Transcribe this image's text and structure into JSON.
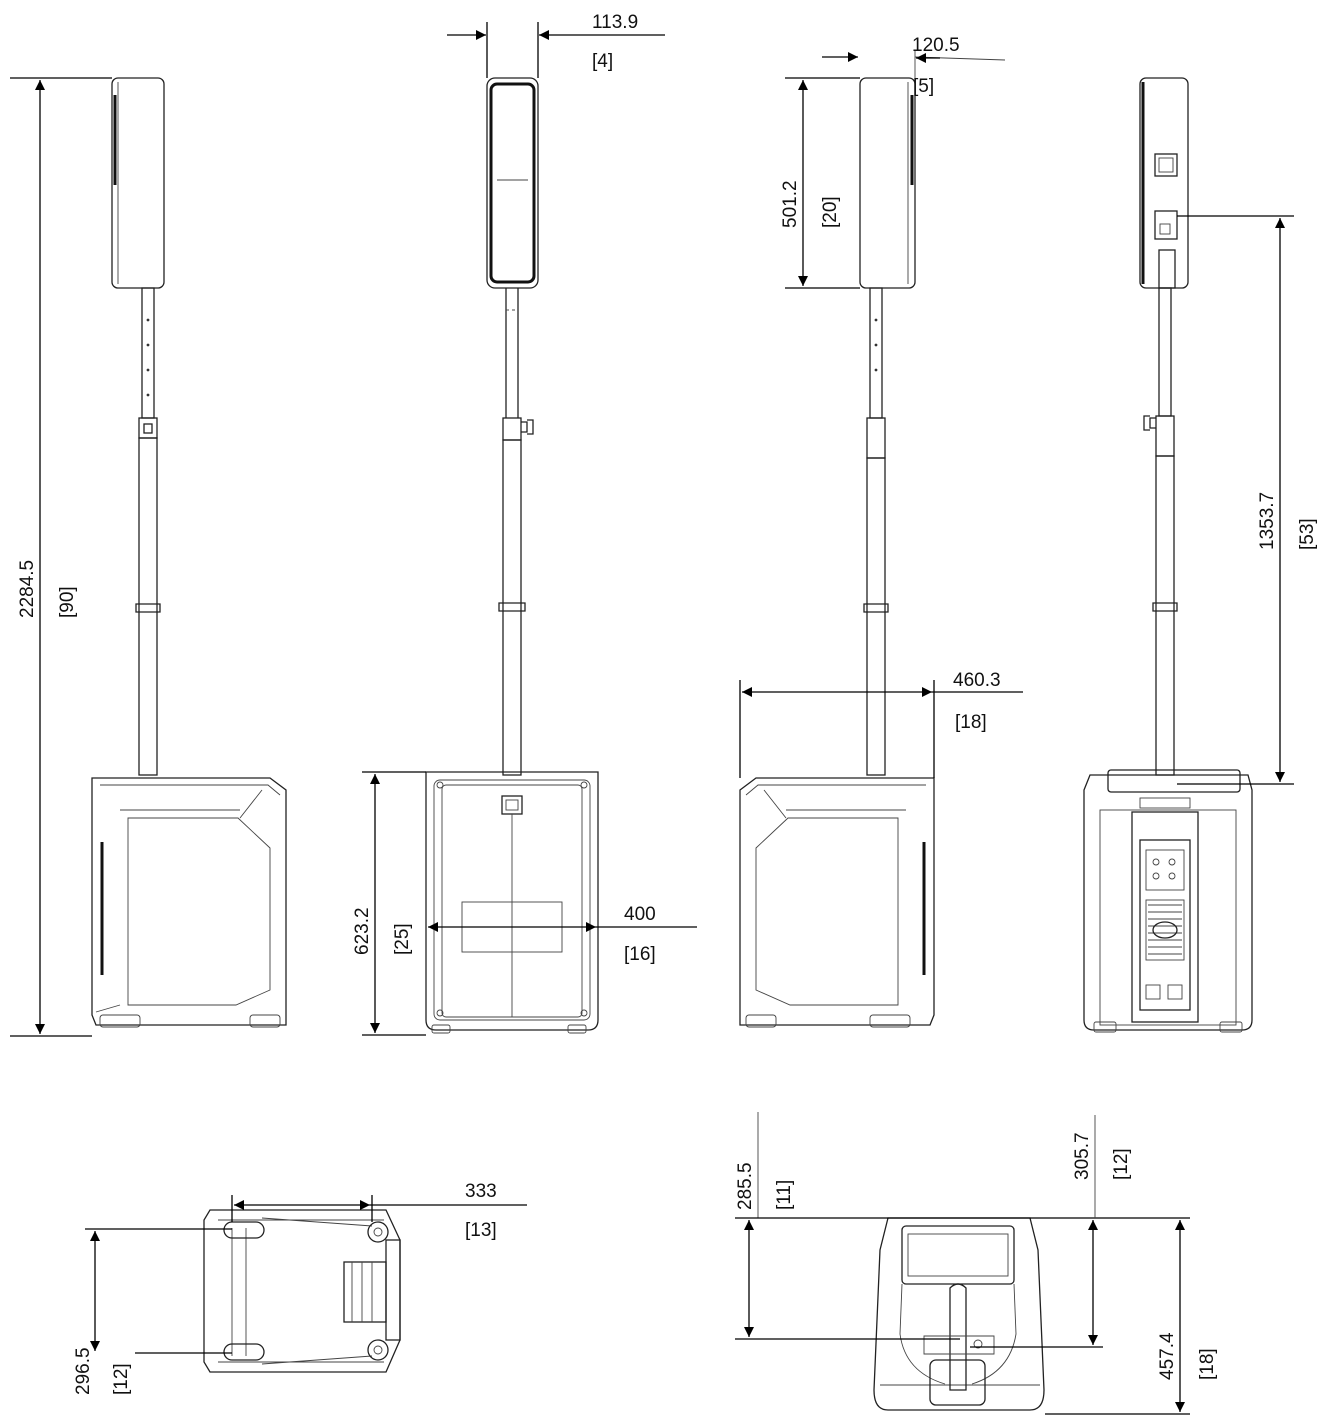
{
  "dimensions": {
    "total_height": {
      "mm": "2284.5",
      "in": "[90]"
    },
    "top_width_front": {
      "mm": "113.9",
      "in": "[4]"
    },
    "top_width_side": {
      "mm": "120.5",
      "in": "[5]"
    },
    "top_speaker_height": {
      "mm": "501.2",
      "in": "[20]"
    },
    "pole_height": {
      "mm": "1353.7",
      "in": "[53]"
    },
    "sub_depth": {
      "mm": "460.3",
      "in": "[18]"
    },
    "sub_height": {
      "mm": "623.2",
      "in": "[25]"
    },
    "sub_width": {
      "mm": "400",
      "in": "[16]"
    },
    "feet_spacing_x": {
      "mm": "333",
      "in": "[13]"
    },
    "feet_spacing_y": {
      "mm": "296.5",
      "in": "[12]"
    },
    "handle_offset_a": {
      "mm": "285.5",
      "in": "[11]"
    },
    "handle_offset_b": {
      "mm": "305.7",
      "in": "[12]"
    },
    "base_depth": {
      "mm": "457.4",
      "in": "[18]"
    }
  }
}
